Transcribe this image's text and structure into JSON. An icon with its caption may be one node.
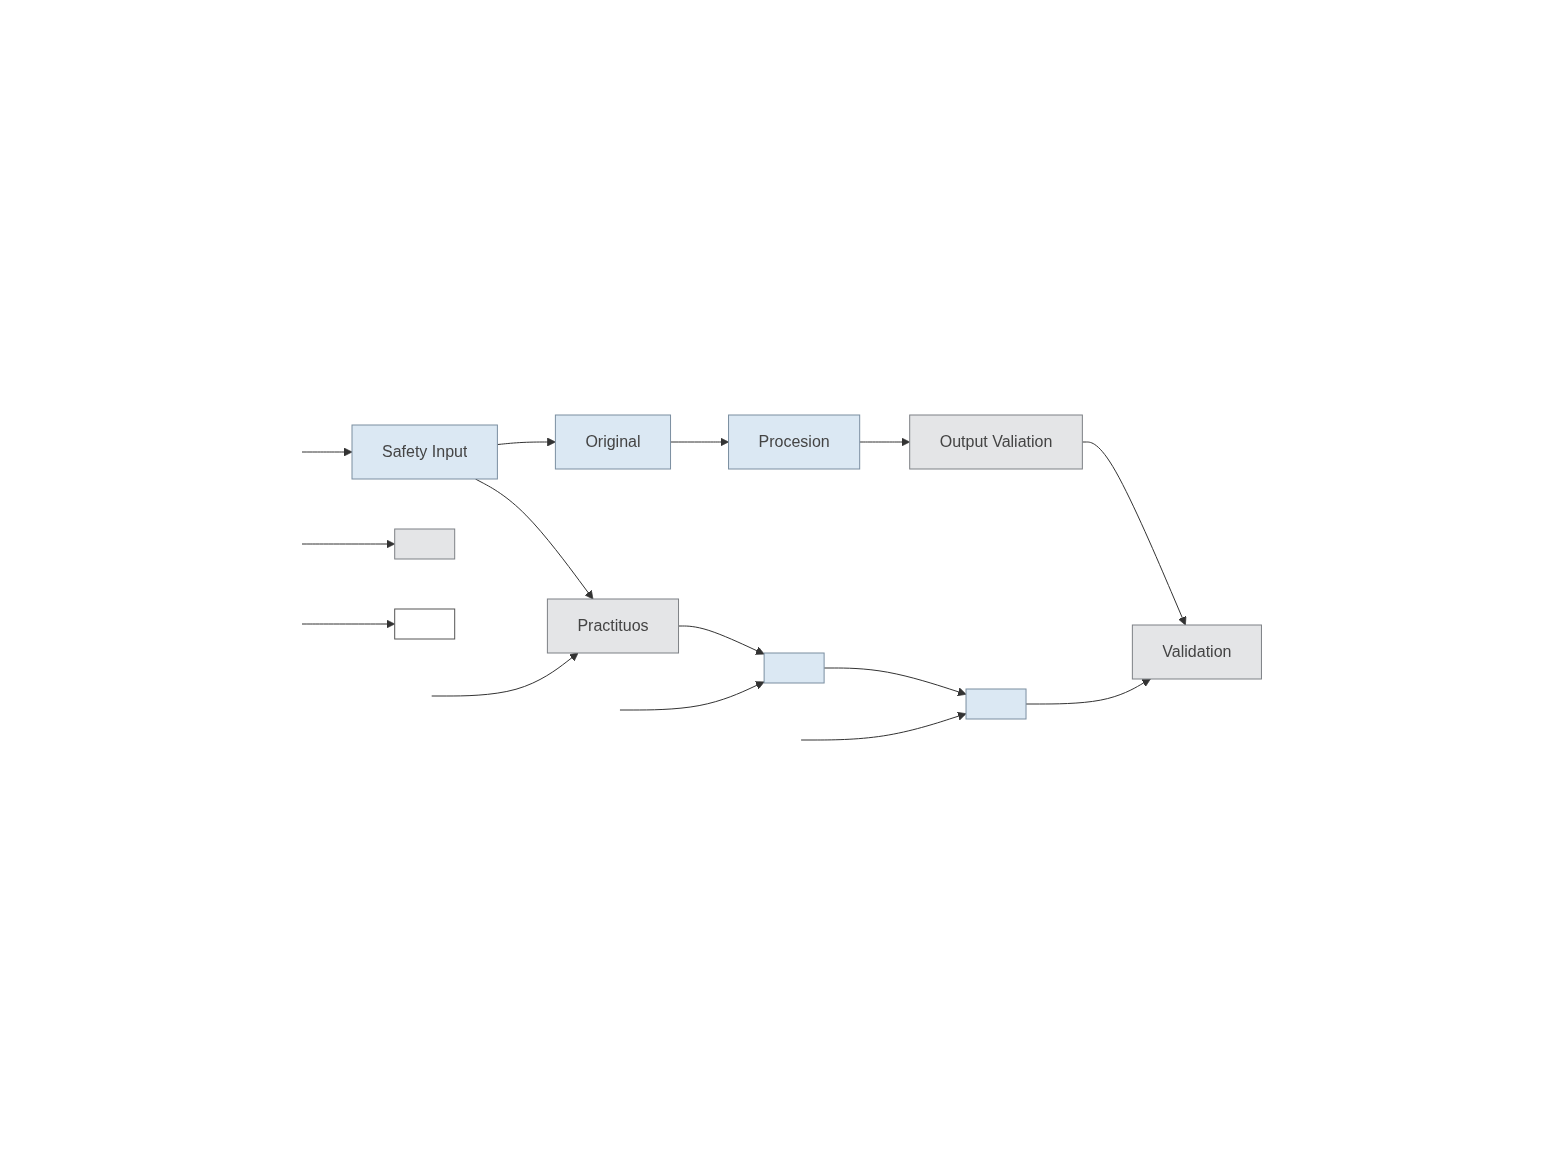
{
  "diagram": {
    "nodes": [
      {
        "text": [
          "Safety Input"
        ]
      },
      {
        "text": [
          "Original"
        ]
      },
      {
        "text": [
          "Procesion"
        ]
      },
      {
        "text": [
          "Practituos"
        ]
      },
      {
        "text": [
          "Output Valiation"
        ]
      },
      {
        "text": [],
        "shape": "box"
      },
      {
        "text": [],
        "shape": "box"
      },
      {
        "text": [
          "Validation"
        ]
      },
      {
        "text": [],
        "shape": "box"
      },
      {
        "text": [],
        "shape": "box"
      }
    ],
    "edges": [
      {
        "from": null,
        "to": 0,
        "arrow": "to"
      },
      {
        "from": 0,
        "to": 1,
        "arrow": "to"
      },
      {
        "from": 1,
        "to": 2,
        "arrow": "to"
      },
      {
        "from": 0,
        "to": 3,
        "arrow": "to"
      },
      {
        "from": null,
        "to": 3,
        "arrow": "to"
      },
      {
        "from": 3,
        "to": 5,
        "arrow": "to"
      },
      {
        "from": 2,
        "to": 4,
        "arrow": "to"
      },
      {
        "from": 4,
        "to": 7,
        "arrow": "to"
      },
      {
        "from": null,
        "to": 5,
        "arrow": "to"
      },
      {
        "from": 5,
        "to": 6,
        "arrow": "to"
      },
      {
        "from": null,
        "to": 6,
        "arrow": "to"
      },
      {
        "from": 6,
        "to": 7,
        "arrow": "to"
      },
      {
        "from": null,
        "to": 9,
        "arrow": "to"
      },
      {
        "from": null,
        "to": 8,
        "arrow": "to"
      }
    ]
  }
}
